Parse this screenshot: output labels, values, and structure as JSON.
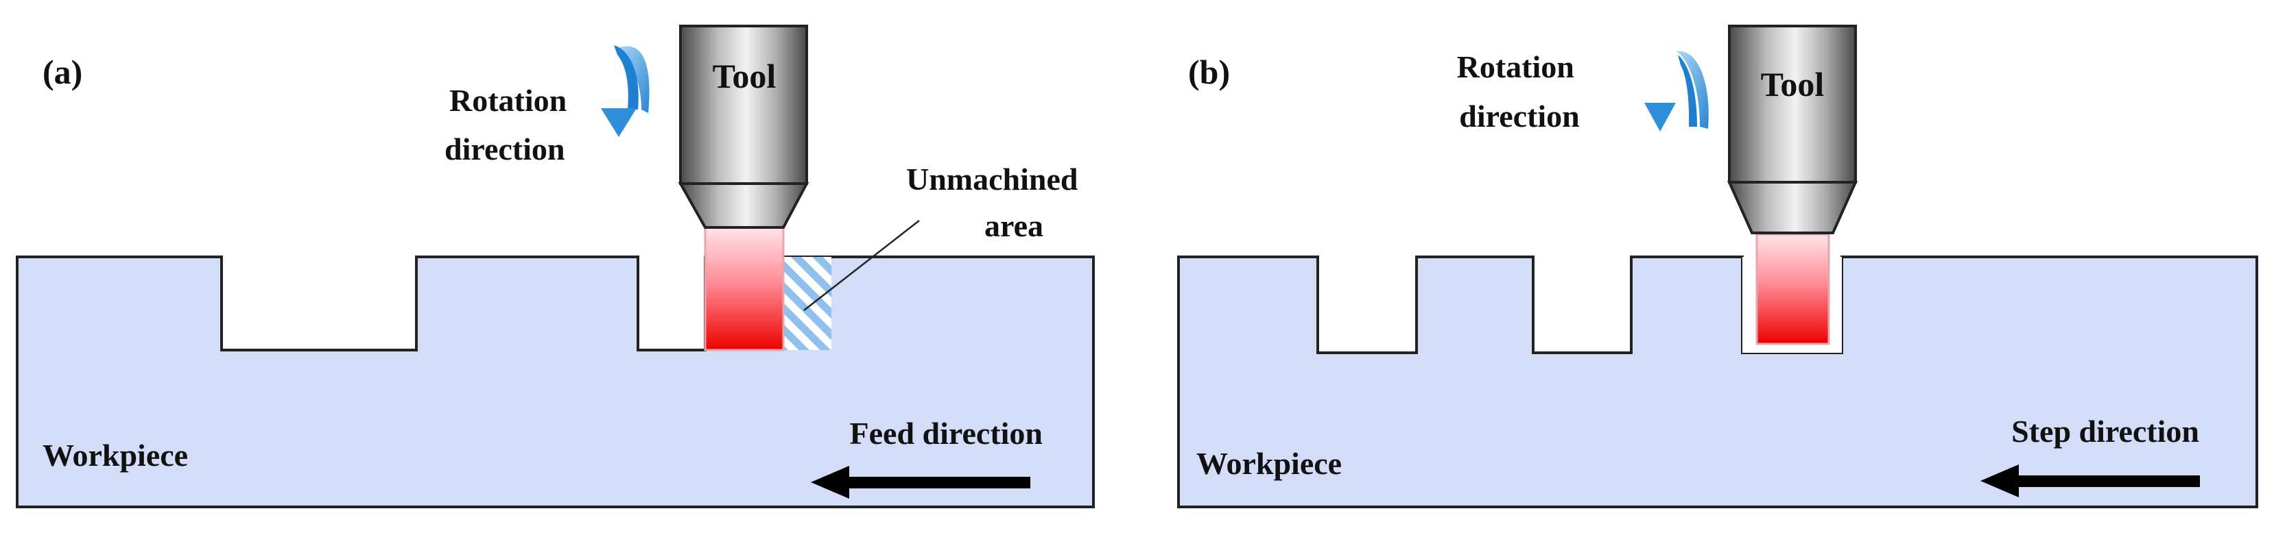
{
  "panels": [
    {
      "label": "(a)",
      "tool_label": "Tool",
      "rotation_label": [
        "Rotation",
        "direction"
      ],
      "unmachined_label": [
        "Unmachined",
        "area"
      ],
      "workpiece_label": "Workpiece",
      "direction_label": "Feed direction"
    },
    {
      "label": "(b)",
      "tool_label": "Tool",
      "rotation_label": [
        "Rotation",
        "direction"
      ],
      "workpiece_label": "Workpiece",
      "direction_label": "Step direction"
    }
  ],
  "colors": {
    "workpiece_fill": "#d3ddf8",
    "outline": "#222222",
    "heat_top": "#ffe4e8",
    "heat_bottom": "#ee0000",
    "hatch": "#8fc0ee",
    "rotation_arrow": "#2f8fd8",
    "tool_dark": "#4a4a4a",
    "tool_light": "#f2f2f2"
  },
  "icons": {
    "rotation": "curved-rotation-arrow-icon",
    "direction": "left-arrow-icon"
  }
}
